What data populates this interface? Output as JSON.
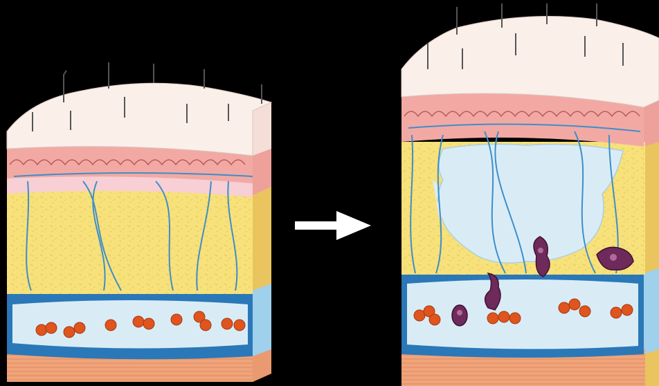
{
  "diagram": {
    "panels": [
      {
        "id": "normal",
        "description_state": "healthy"
      },
      {
        "id": "inflamed",
        "description_state": "edematous"
      }
    ],
    "arrow": {
      "direction": "right"
    },
    "colors": {
      "background": "#000000",
      "epidermis": "#fbefe9",
      "dermis": "#f2a9a4",
      "subcutaneous_fat": "#f7e17a",
      "fluid": "#d9ecf6",
      "vessel_wall": "#2a78b8",
      "capillary": "#3d8ec9",
      "red_blood_cell": "#e0541e",
      "white_blood_cell": "#6e2a5a",
      "muscle": "#f0a47a",
      "arrow": "#ffffff"
    }
  }
}
